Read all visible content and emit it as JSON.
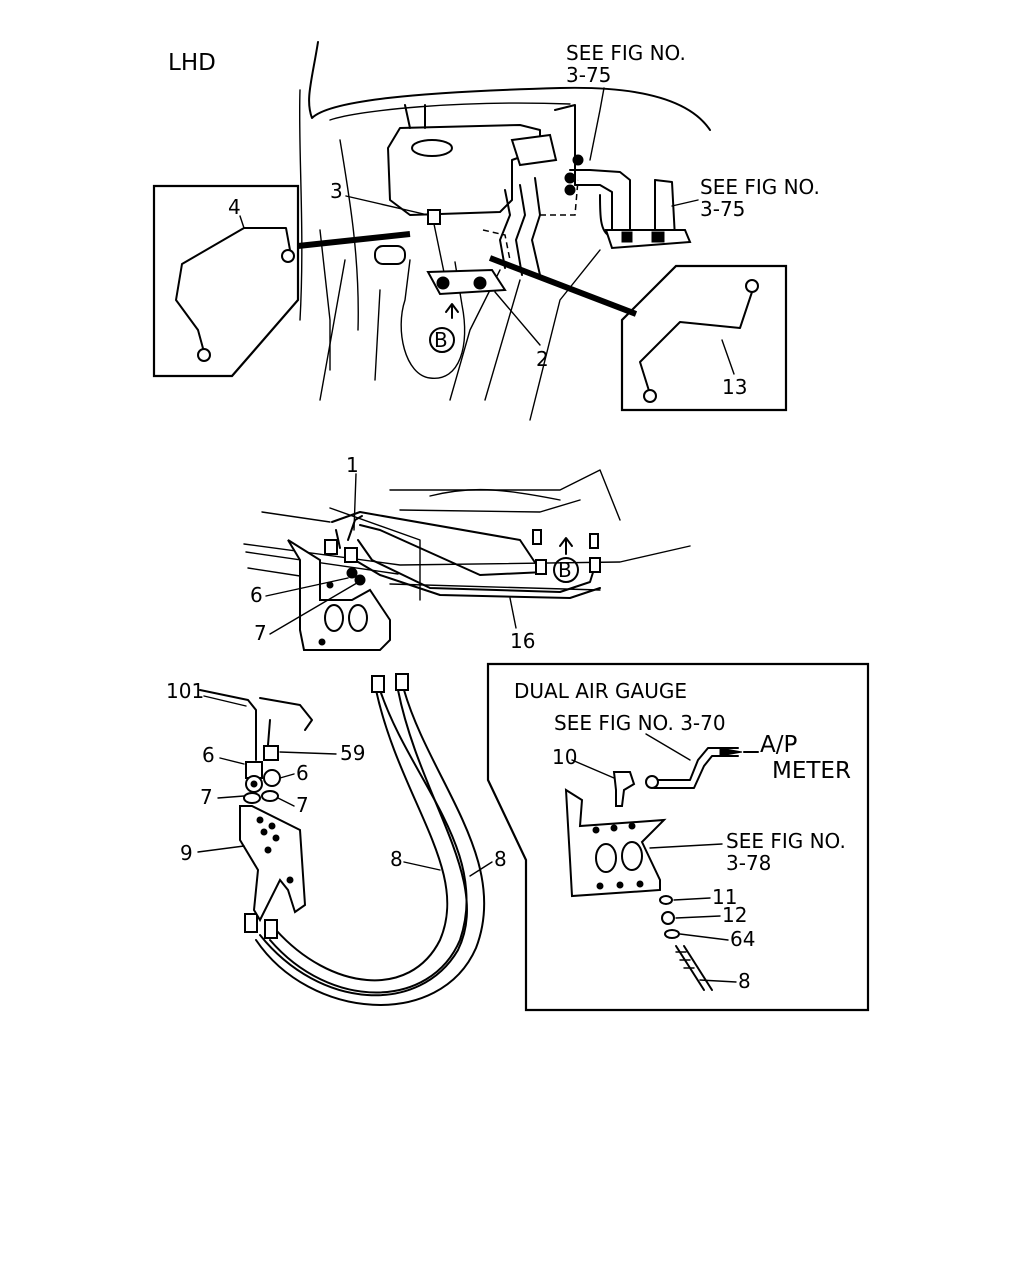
{
  "header": {
    "title": "LHD"
  },
  "refs": {
    "top_see_fig": [
      "SEE FIG NO.",
      "3-75"
    ],
    "right_see_fig": [
      "SEE FIG NO.",
      "3-75"
    ]
  },
  "callouts_top": {
    "c3": "3",
    "c4": "4",
    "c2": "2",
    "c13": "13",
    "b_marker": "B"
  },
  "callouts_mid": {
    "c1": "1",
    "c6": "6",
    "c7": "7",
    "c16": "16",
    "b_marker": "B"
  },
  "callouts_lower": {
    "c101": "101",
    "c6a": "6",
    "c6b": "6",
    "c59": "59",
    "c7a": "7",
    "c7b": "7",
    "c9": "9",
    "c8a": "8",
    "c8b": "8"
  },
  "dual_air_gauge": {
    "title": "DUAL AIR GAUGE",
    "see_fig_370": "SEE FIG NO. 3-70",
    "ap_line1": "A/P",
    "ap_line2": "METER",
    "see_fig_378": [
      "SEE FIG NO.",
      "3-78"
    ],
    "c10": "10",
    "c11": "11",
    "c12": "12",
    "c64": "64",
    "c8": "8"
  }
}
